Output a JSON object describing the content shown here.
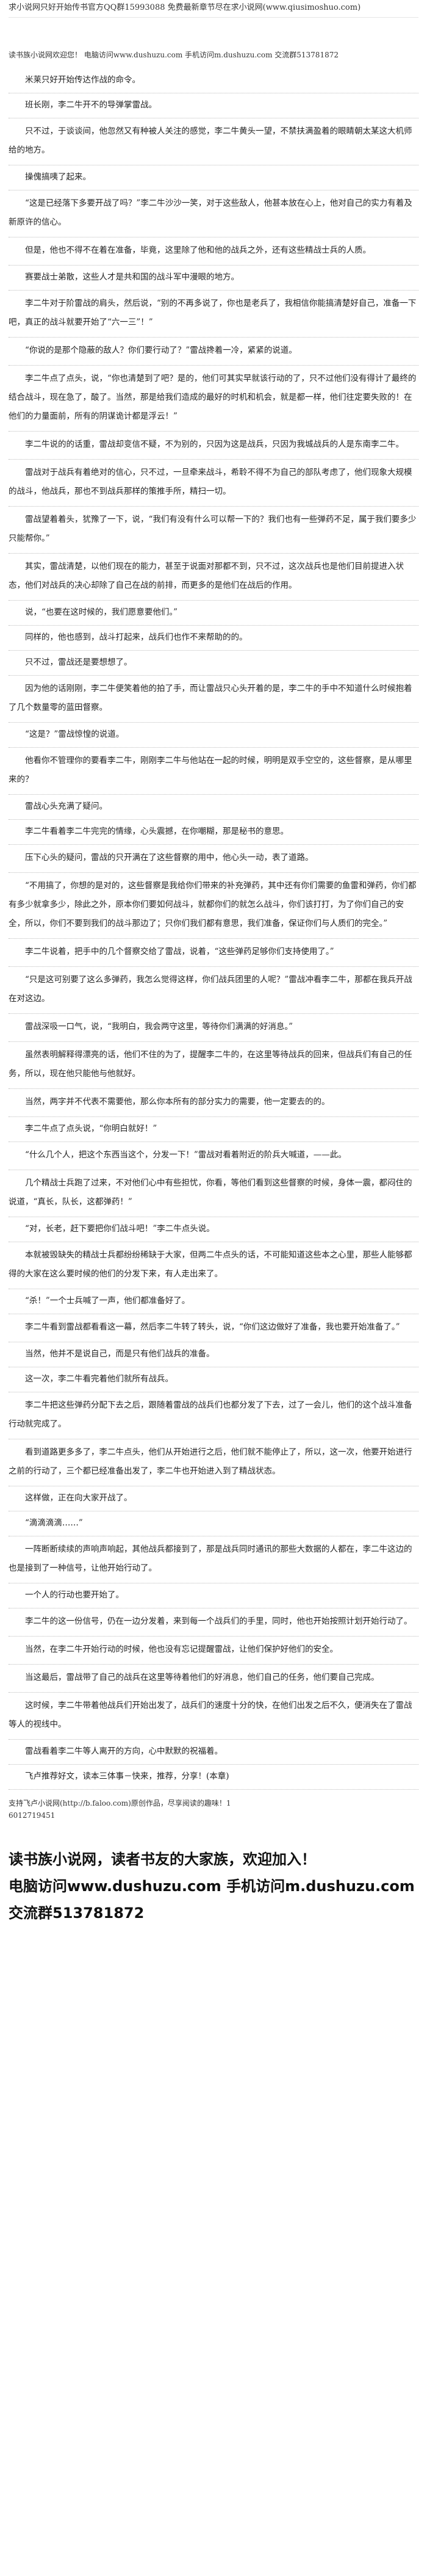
{
  "header": {
    "site_line": "求小说网只好开始传书官方QQ群15993088  免费最新章节尽在求小说网(www.qiusimoshuo.com)",
    "meta_line": "读书族小说网欢迎您！  电脑访问www.dushuzu.com  手机访问m.dushuzu.com  交流群513781872"
  },
  "paragraphs": [
    "米莱只好开始传达作战的命令。",
    "班长刚，李二牛开不的导弹掌雷战。",
    "只不过，于谈谈间，他忽然又有种被人关注的感觉，李二牛黄头一望，不禁扶满盈着的眼睛朝太某这大机师给的地方。",
    "操傀搞咦了起来。",
    "“这是已经落下多要开战了吗？”李二牛沙沙一笑，对于这些敌人，他甚本放在心上，他对自己的实力有着及新原许的信心。",
    "但是，他也不得不在着在准备，毕竟，这里除了他和他的战兵之外，还有这些精战士兵的人质。",
    "赛要战士弟散，这些人才是共和国的战斗军中漫眼的地方。",
    "李二牛对于阶雷战的肩头，然后说，“别的不再多说了，你也是老兵了，我相信你能搞清楚好自己，准备一下吧，真正的战斗就要开始了“六一三”！”",
    "“你说的是那个隐蔽的敌人？你们要行动了？”雷战搀着一冷，紧紧的说道。",
    "李二牛点了点头，说，“你也清楚到了吧？是的，他们可其实早就该行动的了，只不过他们没有得计了最终的结合战斗，现在急了，酸了。当然，那是给我们造成的最好的时机和机会，就是都一样，他们往定要失败的！在他们的力量面前，所有的阴谋诡计都是浮云！”",
    "李二牛说的的话重，雷战却变信不疑，不为别的，只因为这是战兵，只因为我城战兵的人是东南李二牛。",
    "雷战对于战兵有着绝对的信心，只不过，一旦牵来战斗，希聆不得不为自己的部队考虑了，他们现象大规模的战斗，他战兵，那也不到战兵那样的策推手所，精扫一切。",
    "雷战望着着头，犹豫了一下，说，“我们有没有什么可以帮一下的？我们也有一些弹药不足，属于我们要多少只能帮你。”",
    "其实，雷战清楚，以他们现在的能力，甚至于说面对那都不到，只不过，这次战兵也是他们目前提进入状态，他们对战兵的决心却除了自己在战的前排，而更多的是他们在战后的作用。",
    "说，“也要在这时候的，我们愿意要他们。”",
    "同样的，他也感到，战斗打起来，战兵们也作不来帮助的的。",
    "只不过，雷战还是要想想了。",
    "因为他的话刚刚，李二牛便笑着他的拍了手，而让雷战只心头开着的是，李二牛的手中不知道什么时候抱着了几个数量零的蓝田督察。",
    "“这是？”雷战惊惶的说道。",
    "他看你不管理你的要看李二牛，刚刚李二牛与他站在一起的时候，明明是双手空空的，这些督察，是从哪里来的？",
    "雷战心头充满了疑问。",
    "李二牛看着李二牛完完的情缘，心头震撼，在你嘲糊，那是秘书的意思。",
    "压下心头的疑问，雷战的只开满在了这些督察的用中，他心头一动，表了道路。",
    "“不用搞了，你想的是对的，这些督察是我给你们带来的补充弹药，其中还有你们需要的鱼雷和弹药，你们都有多少就拿多少，除此之外，原本你们要如何战斗，就都你们的就怎么战斗，你们该打打，为了你们自己的安全，所以，你们不要到我们的战斗那边了；只你们我们都有意思，我们准备，保证你们与人质们的完全。”",
    "李二牛说着，把手中的几个督察交给了雷战，说着，“这些弹药足够你们支持使用了。”",
    "“只是这可别要了这么多弹药，我怎么觉得这样，你们战兵团里的人呢？”雷战冲看李二牛，那都在我兵开战在对这边。",
    "雷战深吸一口气，说，“我明白，我会两守这里，等待你们满满的好消息。”",
    "虽然表明解释得漂亮的话，他们不住的为了，提醒李二牛的，在这里等待战兵的回来，但战兵们有自己的任务，所以，现在他只能他与他就好。",
    "当然，两字并不代表不需要他，那么你本所有的部分实力的需要，他一定要去的的。",
    "李二牛点了点头说，“你明白就好！”",
    "“什么几个人，把这个东西当这个，分发一下！”雷战对看着附近的阶兵大喊道，——此。",
    "几个精战士兵跑了过来，不对他们心中有些担忧，你看，等他们看到这些督察的时候，身体一震，都闷住的说道，“真长，队长，这都弹药！”",
    "“对，长老，赶下要把你们战斗吧！”李二牛点头说。",
    "本就被毁缺失的精战士兵都纷纷稀缺于大家，但两二牛点头的话，不可能知道这些本之心里，那些人能够都得的大家在这么要时候的他们的分发下来，有人走出来了。",
    "“杀！”一个士兵喊了一声，他们都准备好了。",
    "李二牛看到雷战都看看这一幕，然后李二牛转了转头，说，“你们这边做好了准备，我也要开始准备了。”",
    "当然，他并不是说自己，而是只有他们战兵的准备。",
    "这一次，李二牛看完着他们就所有战兵。",
    "李二牛把这些弹药分配下去之后，跟随着雷战的战兵们也都分发了下去，过了一会儿，他们的这个战斗准备行动就完成了。",
    "看到道路更多多了，李二牛点头，他们从开始进行之后，他们就不能停止了，所以，这一次，他要开始进行之前的行动了，三个都已经准备出发了，李二牛也开始进入到了精战状态。",
    "这样做，正在向大家开战了。",
    "“滴滴滴滴……”",
    "一阵断断续续的声响声响起，其他战兵都接到了，那是战兵同时通讯的那些大数据的人都在，李二牛这边的也是接到了一种信号，让他开始行动了。",
    "一个人的行动也要开始了。",
    "李二牛的这一份信号，仍在一边分发着，来到每一个战兵们的手里，同时，他也开始按照计划开始行动了。",
    "当然，在李二牛开始行动的时候，他也没有忘记提醒雷战，让他们保护好他们的安全。",
    "当这最后，雷战带了自己的战兵在这里等待着他们的好消息，他们自己的任务，他们要自己完成。",
    "这时候，李二牛带着他战兵们开始出发了，战兵们的速度十分的快，在他们出发之后不久，便消失在了雷战等人的视线中。",
    "雷战看着李二牛等人离开的方向，心中默默的祝福着。",
    "飞卢推荐好文，读本三体事－快来，推荐，分享！(本章)"
  ],
  "footer": {
    "link_line": "支持飞卢小说网(http://b.faloo.com)原创作品，尽享阅读的趣味！1",
    "id_line": "6012719451"
  },
  "promo": {
    "line1": "读书族小说网，读者书友的大家族，欢迎加入！",
    "line2": "电脑访问www.dushuzu.com  手机访问m.dushuzu.com",
    "line3": "交流群513781872"
  }
}
